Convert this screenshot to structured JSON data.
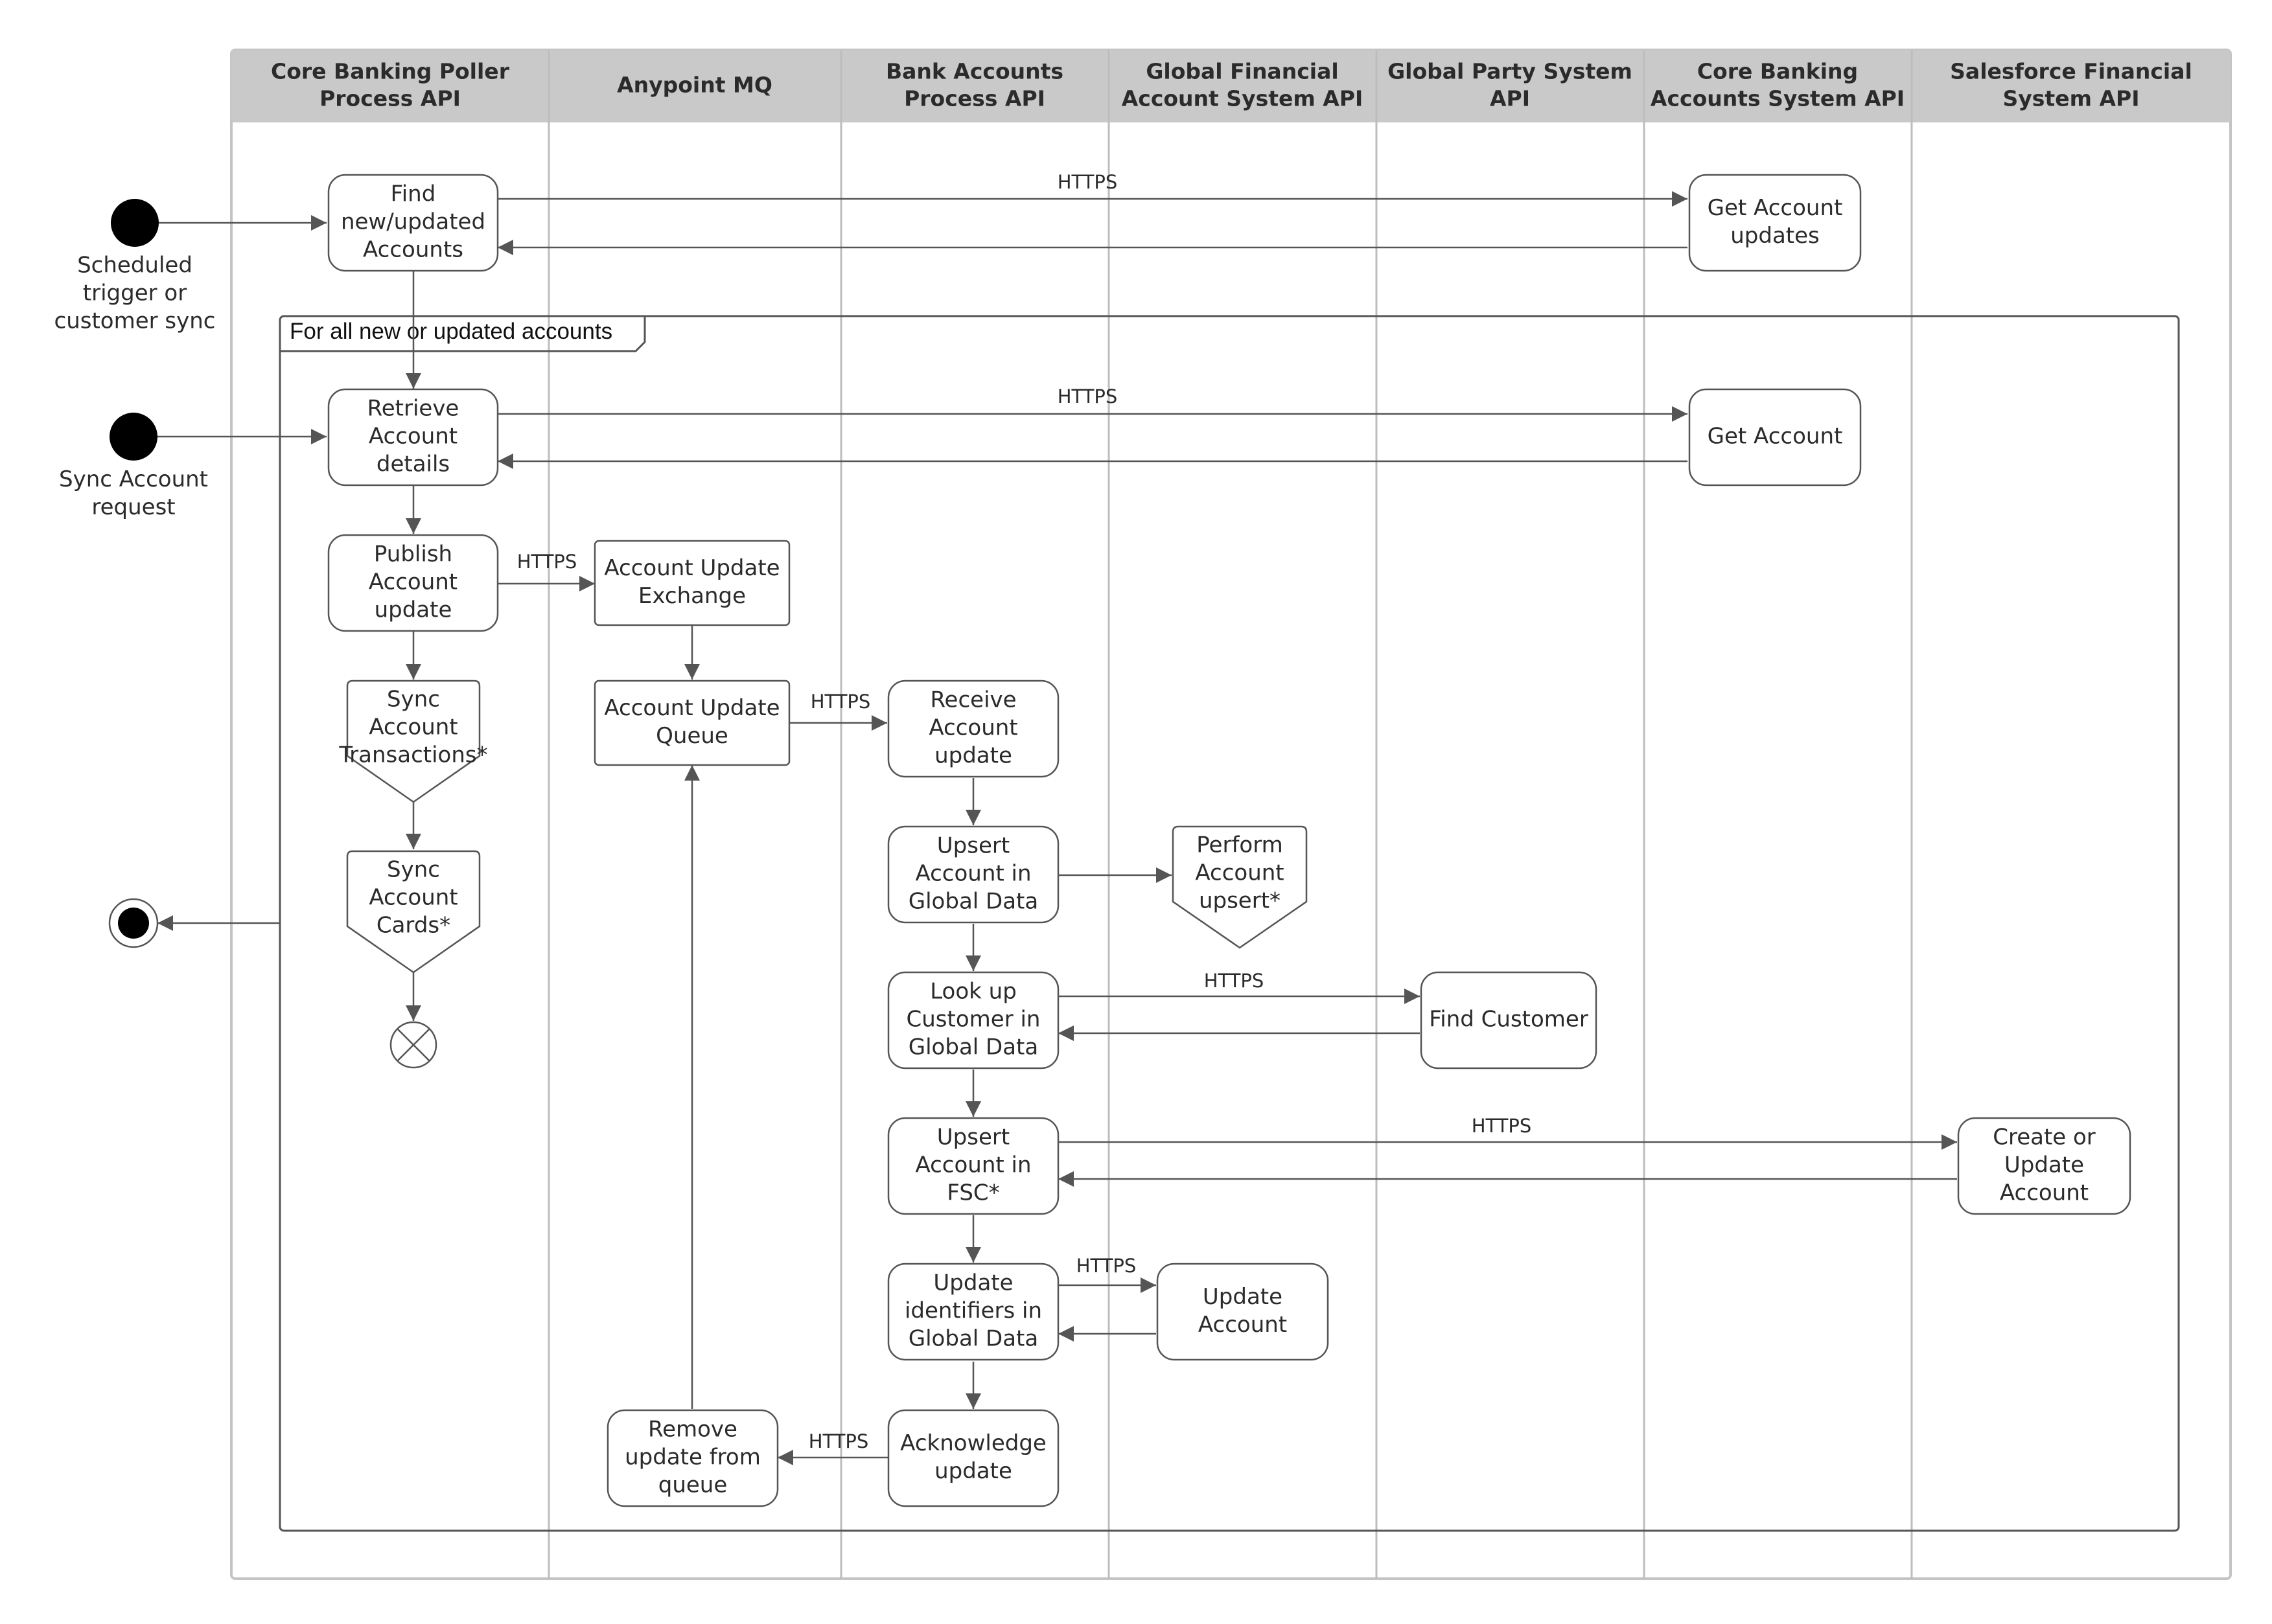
{
  "swimlanes": [
    {
      "id": "cbpoller",
      "lines": [
        "Core Banking Poller",
        "Process API"
      ]
    },
    {
      "id": "mq",
      "lines": [
        "Anypoint MQ"
      ]
    },
    {
      "id": "bankacc",
      "lines": [
        "Bank Accounts",
        "Process API"
      ]
    },
    {
      "id": "gfa",
      "lines": [
        "Global Financial",
        "Account System API"
      ]
    },
    {
      "id": "gps",
      "lines": [
        "Global Party System",
        "API"
      ]
    },
    {
      "id": "cbacc",
      "lines": [
        "Core Banking",
        "Accounts System API"
      ]
    },
    {
      "id": "sfs",
      "lines": [
        "Salesforce Financial",
        "System API"
      ]
    }
  ],
  "start_events": [
    {
      "id": "start-scheduled",
      "lines": [
        "Scheduled",
        "trigger or",
        "customer sync"
      ]
    },
    {
      "id": "start-sync",
      "lines": [
        "Sync Account",
        "request"
      ]
    }
  ],
  "loop_frame_label": "For all new or updated accounts",
  "nodes": [
    {
      "id": "find-accounts",
      "shape": "rounded",
      "lines": [
        "Find",
        "new/updated",
        "Accounts"
      ]
    },
    {
      "id": "get-account-updates",
      "shape": "rounded",
      "lines": [
        "Get Account",
        "updates"
      ]
    },
    {
      "id": "retrieve-account",
      "shape": "rounded",
      "lines": [
        "Retrieve",
        "Account",
        "details"
      ]
    },
    {
      "id": "get-account",
      "shape": "rounded",
      "lines": [
        "Get Account"
      ]
    },
    {
      "id": "publish-update",
      "shape": "rounded",
      "lines": [
        "Publish",
        "Account",
        "update"
      ]
    },
    {
      "id": "update-exchange",
      "shape": "rect",
      "lines": [
        "Account Update",
        "Exchange"
      ]
    },
    {
      "id": "sync-transactions",
      "shape": "pentagon",
      "lines": [
        "Sync",
        "Account",
        "Transactions*"
      ]
    },
    {
      "id": "update-queue",
      "shape": "rect",
      "lines": [
        "Account Update",
        "Queue"
      ]
    },
    {
      "id": "receive-update",
      "shape": "rounded",
      "lines": [
        "Receive",
        "Account",
        "update"
      ]
    },
    {
      "id": "sync-cards",
      "shape": "pentagon",
      "lines": [
        "Sync",
        "Account",
        "Cards*"
      ]
    },
    {
      "id": "upsert-global",
      "shape": "rounded",
      "lines": [
        "Upsert",
        "Account in",
        "Global Data"
      ]
    },
    {
      "id": "perform-upsert",
      "shape": "pentagon",
      "lines": [
        "Perform",
        "Account",
        "upsert*"
      ]
    },
    {
      "id": "lookup-customer",
      "shape": "rounded",
      "lines": [
        "Look up",
        "Customer in",
        "Global Data"
      ]
    },
    {
      "id": "find-customer",
      "shape": "rounded",
      "lines": [
        "Find Customer"
      ]
    },
    {
      "id": "upsert-fsc",
      "shape": "rounded",
      "lines": [
        "Upsert",
        "Account in",
        "FSC*"
      ]
    },
    {
      "id": "create-update-account",
      "shape": "rounded",
      "lines": [
        "Create or",
        "Update",
        "Account"
      ]
    },
    {
      "id": "update-identifiers",
      "shape": "rounded",
      "lines": [
        "Update",
        "identifiers in",
        "Global Data"
      ]
    },
    {
      "id": "update-account",
      "shape": "rounded",
      "lines": [
        "Update",
        "Account"
      ]
    },
    {
      "id": "ack-update",
      "shape": "rounded",
      "lines": [
        "Acknowledge",
        "update"
      ]
    },
    {
      "id": "remove-update",
      "shape": "rounded",
      "lines": [
        "Remove",
        "update from",
        "queue"
      ]
    }
  ],
  "edge_labels": [
    {
      "id": "find-to-get-updates",
      "text": "HTTPS"
    },
    {
      "id": "retrieve-to-get-account",
      "text": "HTTPS"
    },
    {
      "id": "publish-to-exchange",
      "text": "HTTPS"
    },
    {
      "id": "queue-to-receive",
      "text": "HTTPS"
    },
    {
      "id": "lookup-to-find-customer",
      "text": "HTTPS"
    },
    {
      "id": "upsert-fsc-to-create",
      "text": "HTTPS"
    },
    {
      "id": "identifiers-to-update-account",
      "text": "HTTPS"
    },
    {
      "id": "ack-to-remove",
      "text": "HTTPS"
    }
  ],
  "colors": {
    "lane_header_fill": "#c9c9c9",
    "lane_border": "#bdbdbd",
    "stroke": "#555555",
    "start_node": "#000000"
  }
}
